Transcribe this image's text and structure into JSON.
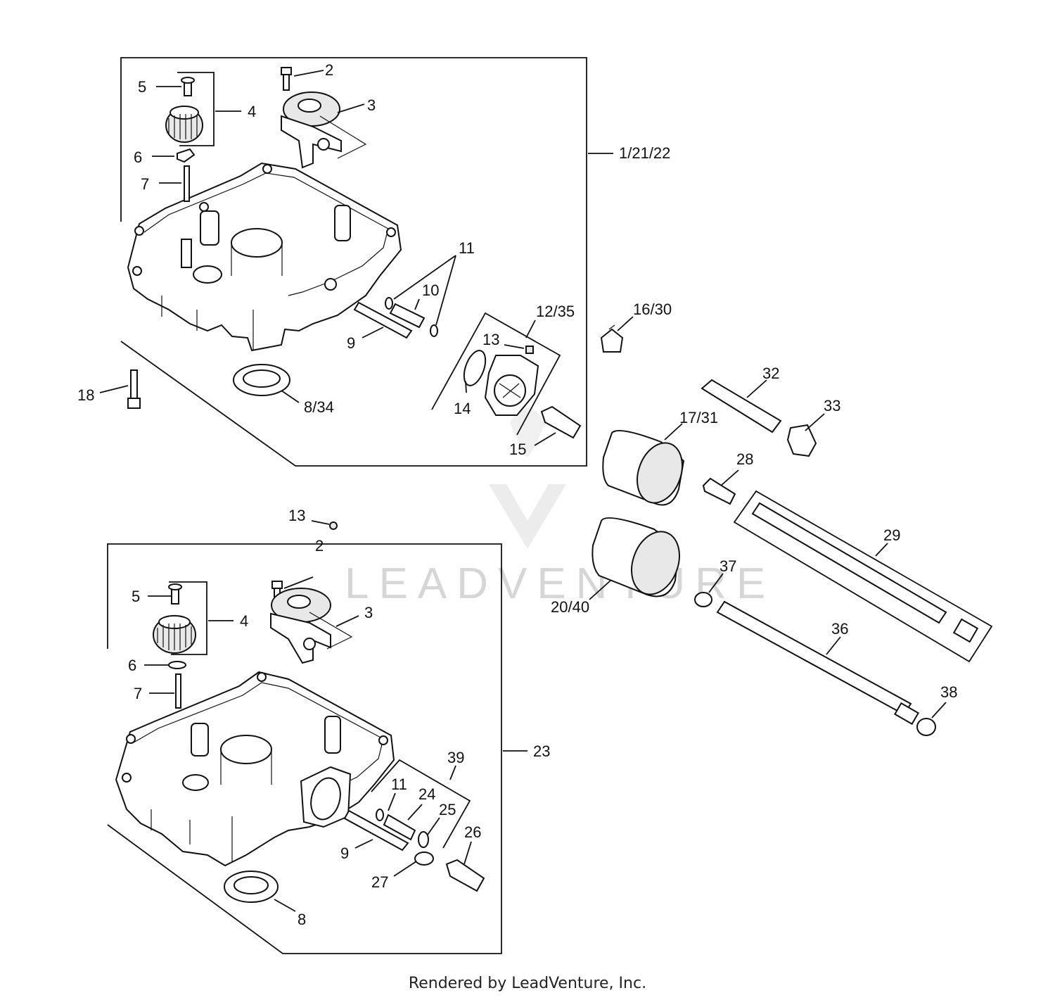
{
  "watermark": "LEADVENTURE",
  "footer": "Rendered by LeadVenture, Inc.",
  "top_group": {
    "callouts": [
      "1/21/22",
      "2",
      "3",
      "4",
      "5",
      "6",
      "7",
      "8/34",
      "9",
      "10",
      "11",
      "12/35",
      "13",
      "14",
      "15",
      "18"
    ]
  },
  "right_group": {
    "callouts": [
      "16/30",
      "17/31",
      "20/40",
      "28",
      "29",
      "32",
      "33",
      "36",
      "37",
      "38",
      "13"
    ]
  },
  "bottom_group": {
    "callouts": [
      "23",
      "2",
      "3",
      "4",
      "5",
      "6",
      "7",
      "8",
      "9",
      "11",
      "24",
      "25",
      "26",
      "27",
      "39"
    ]
  }
}
